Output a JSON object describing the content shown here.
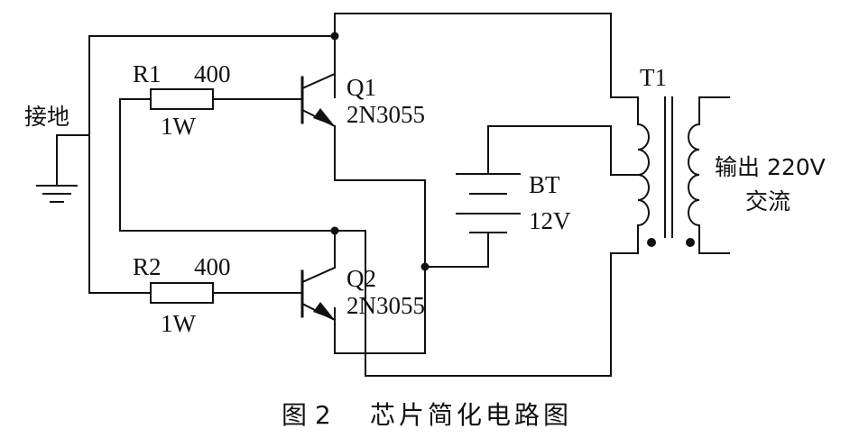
{
  "labels": {
    "ground": "接地",
    "r1_name": "R1",
    "r1_value": "400",
    "r1_power": "1W",
    "r2_name": "R2",
    "r2_value": "400",
    "r2_power": "1W",
    "q1_name": "Q1",
    "q1_part": "2N3055",
    "q2_name": "Q2",
    "q2_part": "2N3055",
    "bt_name": "BT",
    "bt_voltage": "12V",
    "t1_name": "T1",
    "output_line1": "输出 220V",
    "output_line2": "交流"
  },
  "caption": {
    "number": "图 2",
    "title": "芯片简化电路图"
  }
}
